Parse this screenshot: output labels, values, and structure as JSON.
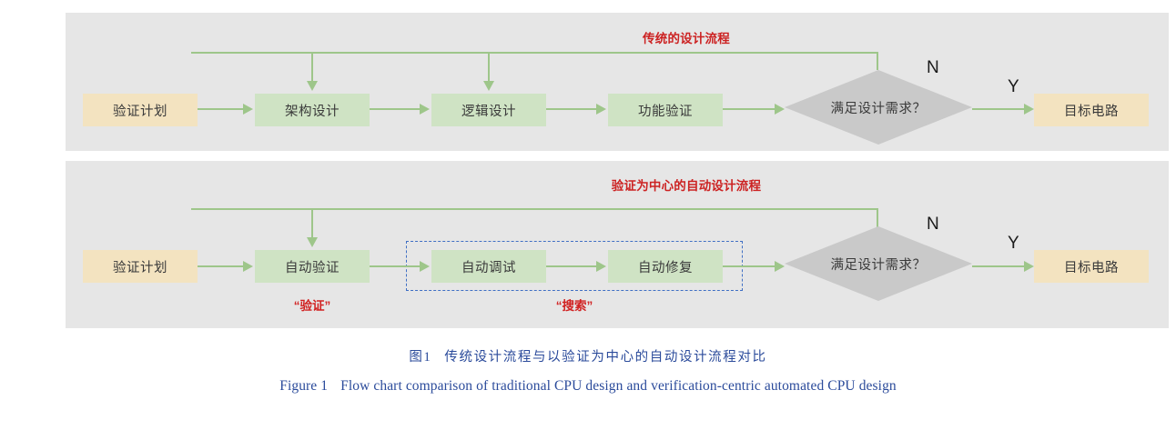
{
  "figure": {
    "caption_cn_label": "图1",
    "caption_cn_text": "传统设计流程与以验证为中心的自动设计流程对比",
    "caption_en_label": "Figure 1",
    "caption_en_text": "Flow chart comparison of traditional CPU design and verification-centric automated CPU design",
    "caption_color": "#2b4b9b"
  },
  "colors": {
    "panel_bg": "#e6e6e6",
    "page_bg": "#ffffff",
    "green_node": "#cfe3c4",
    "tan_node": "#f3e3c0",
    "diamond": "#c9c9c9",
    "connector": "#9ec68a",
    "red_title": "#cc2222",
    "red_annot": "#d12121",
    "dashed_blue": "#3f6fc4"
  },
  "panels": [
    {
      "id": "traditional",
      "title": "传统的设计流程",
      "nodes": [
        {
          "id": "plan",
          "label": "验证计划",
          "style": "tan"
        },
        {
          "id": "arch",
          "label": "架构设计",
          "style": "green"
        },
        {
          "id": "logic",
          "label": "逻辑设计",
          "style": "green"
        },
        {
          "id": "funcver",
          "label": "功能验证",
          "style": "green"
        },
        {
          "id": "decision",
          "label": "满足设计需求？",
          "style": "diamond"
        },
        {
          "id": "target",
          "label": "目标电路",
          "style": "tan"
        }
      ],
      "branch_labels": {
        "no": "N",
        "yes": "Y"
      }
    },
    {
      "id": "automated",
      "title": "验证为中心的自动设计流程",
      "nodes": [
        {
          "id": "plan",
          "label": "验证计划",
          "style": "tan"
        },
        {
          "id": "autover",
          "label": "自动验证",
          "style": "green"
        },
        {
          "id": "autodbg",
          "label": "自动调试",
          "style": "green"
        },
        {
          "id": "autofix",
          "label": "自动修复",
          "style": "green"
        },
        {
          "id": "decision",
          "label": "满足设计需求？",
          "style": "diamond"
        },
        {
          "id": "target",
          "label": "目标电路",
          "style": "tan"
        }
      ],
      "branch_labels": {
        "no": "N",
        "yes": "Y"
      },
      "annotations": [
        {
          "id": "verify",
          "label": "“验证”"
        },
        {
          "id": "search",
          "label": "“搜索”"
        }
      ]
    }
  ]
}
